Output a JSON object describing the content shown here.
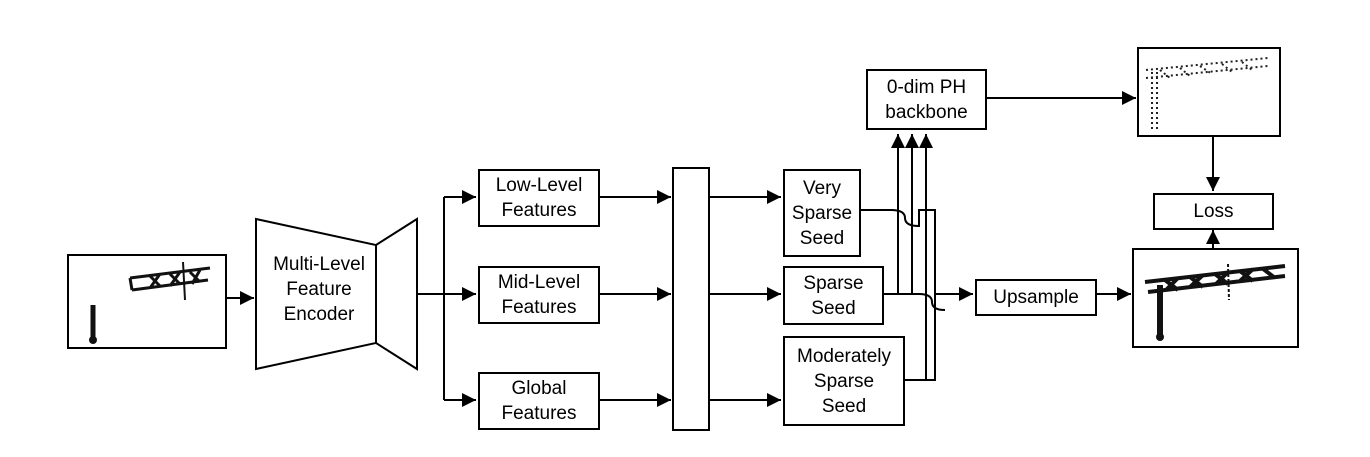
{
  "nodes": {
    "encoder": "Multi-Level\nFeature\nEncoder",
    "low": "Low-Level\nFeatures",
    "mid": "Mid-Level\nFeatures",
    "global": "Global\nFeatures",
    "very_sparse": "Very\nSparse\nSeed",
    "sparse": "Sparse\nSeed",
    "moderately_sparse": "Moderately\nSparse\nSeed",
    "ph_backbone": "0-dim PH\nbackbone",
    "upsample": "Upsample",
    "loss": "Loss"
  }
}
